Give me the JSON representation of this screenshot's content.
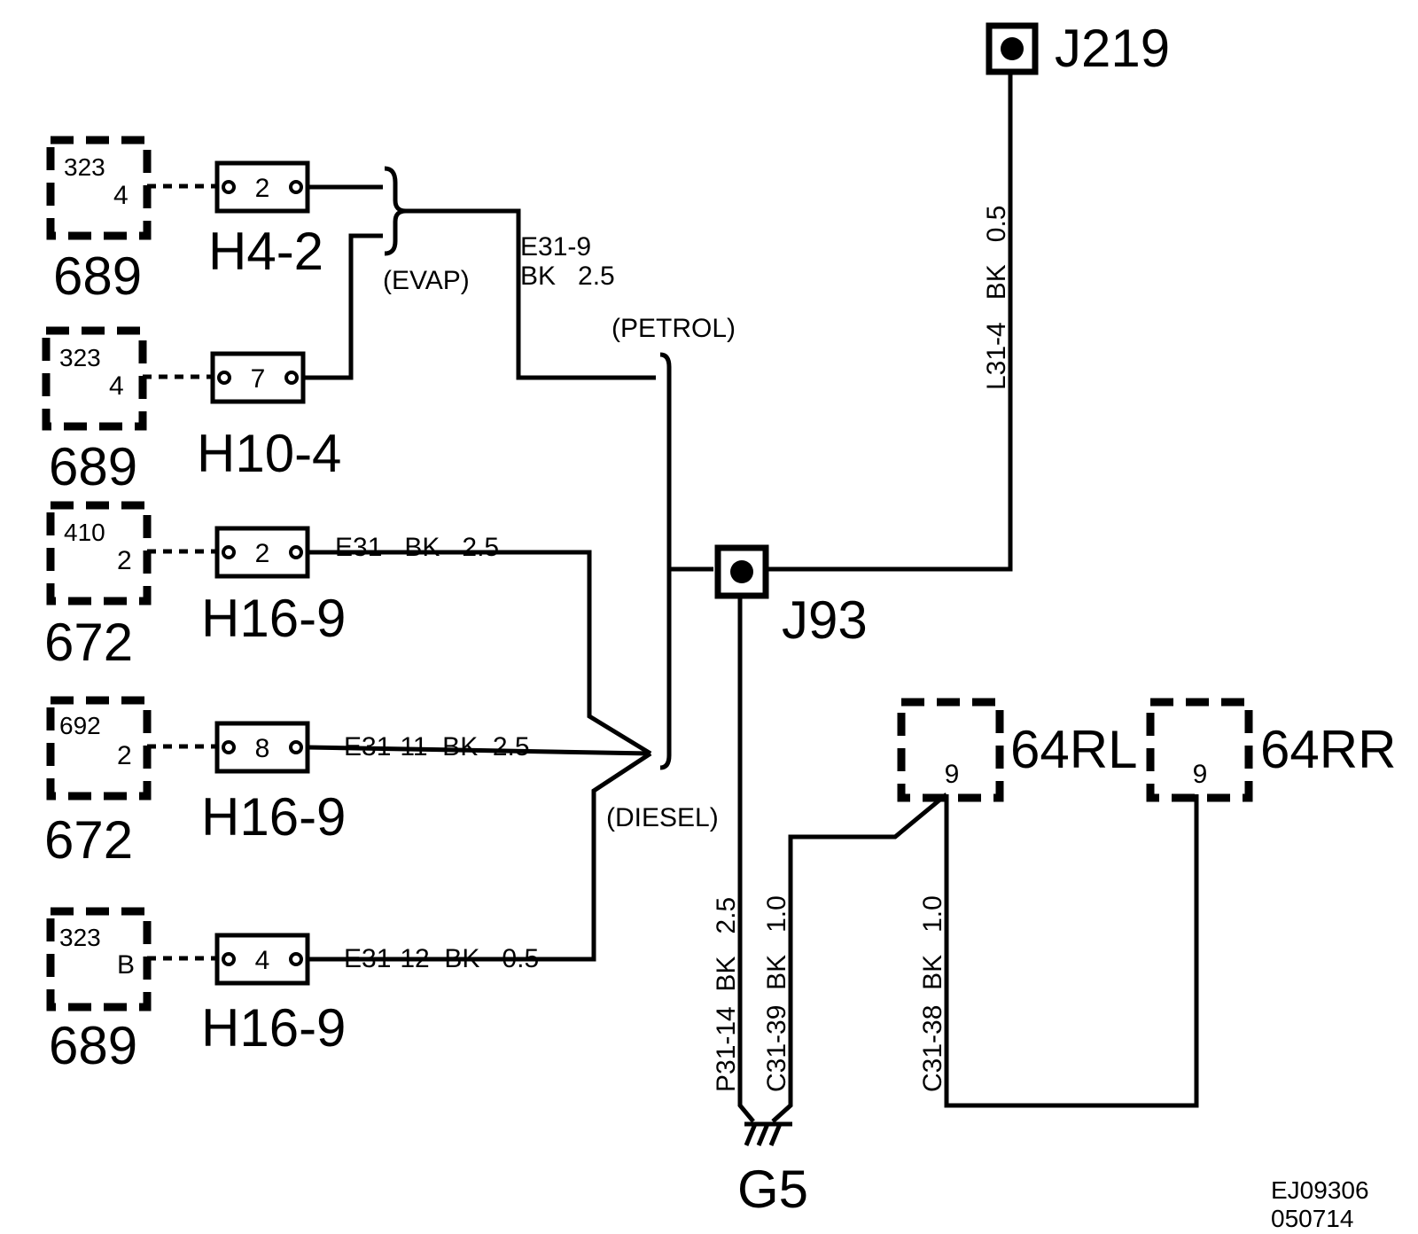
{
  "components": {
    "c1": {
      "id": "323",
      "pin": "4",
      "page": "689"
    },
    "c2": {
      "id": "323",
      "pin": "4",
      "page": "689"
    },
    "c3": {
      "id": "410",
      "pin": "2",
      "page": "672"
    },
    "c4": {
      "id": "692",
      "pin": "2",
      "page": "672"
    },
    "c5": {
      "id": "323",
      "pin": "B",
      "page": "689"
    }
  },
  "connectors": {
    "k1": {
      "pin": "2",
      "label": "H4-2"
    },
    "k2": {
      "pin": "7",
      "label": "H10-4"
    },
    "k3": {
      "pin": "2",
      "label": "H16-9"
    },
    "k4": {
      "pin": "8",
      "label": "H16-9"
    },
    "k5": {
      "pin": "4",
      "label": "H16-9"
    }
  },
  "options": {
    "evap": "(EVAP)",
    "petrol": "(PETROL)",
    "diesel": "(DIESEL)"
  },
  "wires": {
    "w_e31_9_line1": "E31-9",
    "w_e31_9_line2": "BK   2.5",
    "w_e31": "E31   BK   2.5",
    "w_e31_11": "E31-11  BK  2.5",
    "w_e31_12": "E31-12  BK   0.5",
    "w_l31_4": "L31-4   BK   0.5",
    "w_p31_14": "P31-14  BK   2.5",
    "w_c31_39": "C31-39  BK   1.0",
    "w_c31_38": "C31-38  BK   1.0"
  },
  "splices": {
    "j219": "J219",
    "j93": "J93"
  },
  "ground": "G5",
  "speakers": {
    "rl": {
      "pin": "9",
      "label": "64RL"
    },
    "rr": {
      "pin": "9",
      "label": "64RR"
    }
  },
  "footer": {
    "code": "EJ09306",
    "date": "050714"
  }
}
